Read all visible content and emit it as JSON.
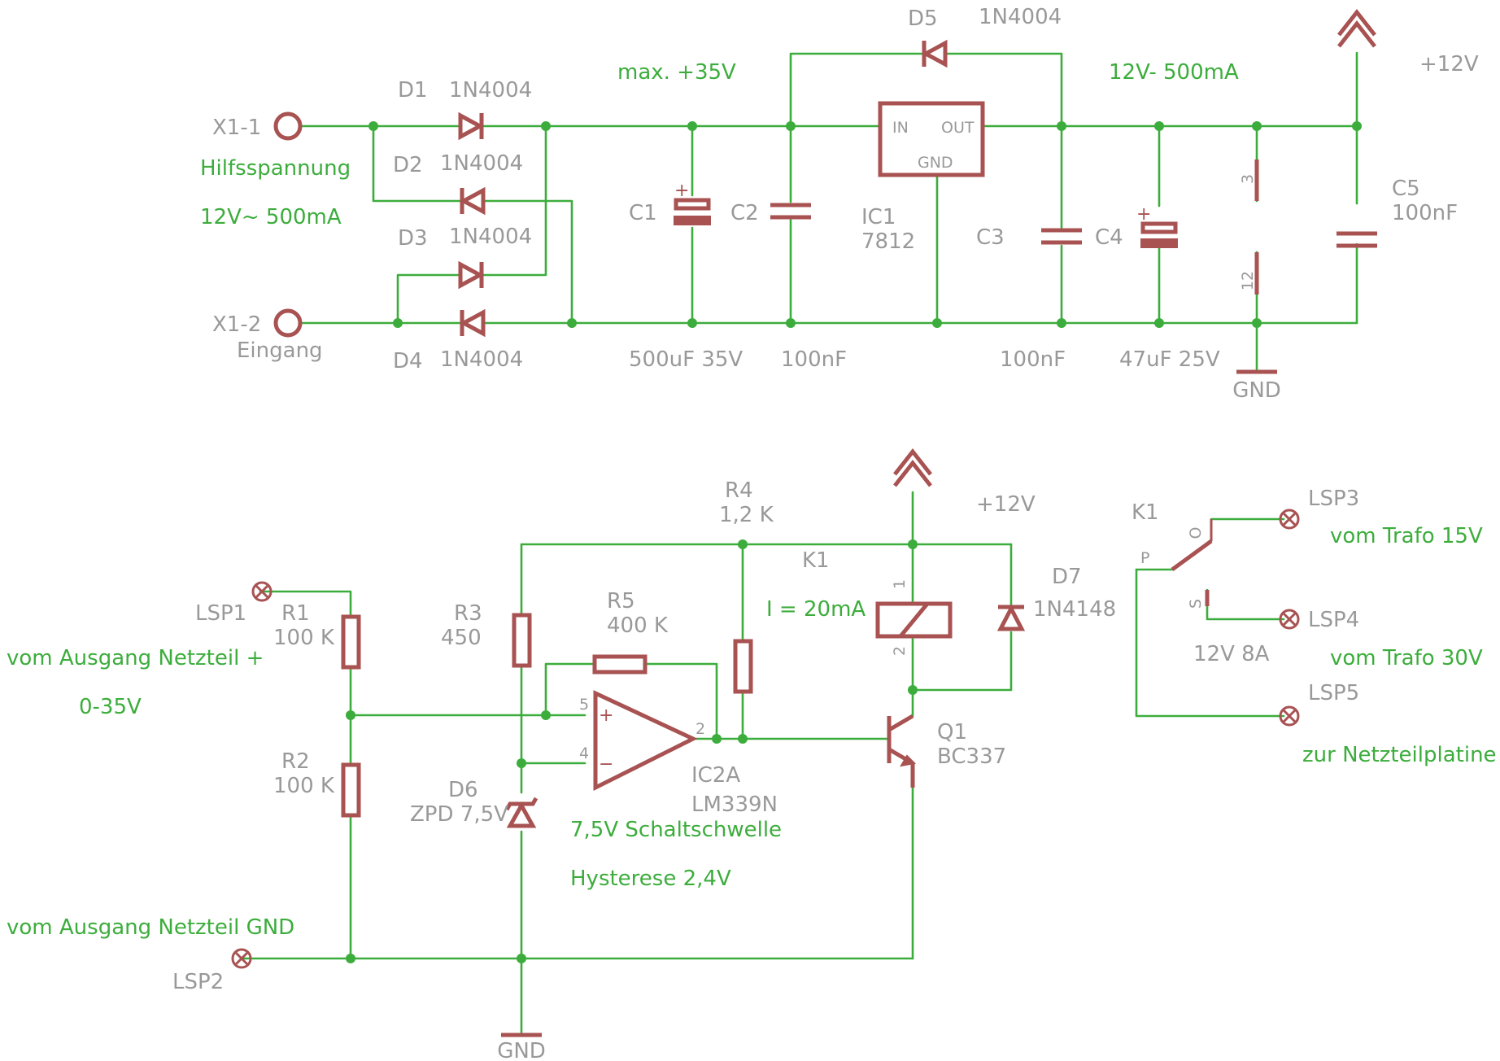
{
  "power_supply": {
    "x1_1": "X1-1",
    "x1_2": "X1-2",
    "eingang": "Eingang",
    "aux_note": "Hilfsspannung",
    "aux_spec": "12V~ 500mA",
    "max_note": "max. +35V",
    "out_note": "12V- 500mA",
    "supply_label": "+12V",
    "gnd": "GND",
    "d1": {
      "name": "D1",
      "value": "1N4004"
    },
    "d2": {
      "name": "D2",
      "value": "1N4004"
    },
    "d3": {
      "name": "D3",
      "value": "1N4004"
    },
    "d4": {
      "name": "D4",
      "value": "1N4004"
    },
    "d5": {
      "name": "D5",
      "value": "1N4004"
    },
    "c1": {
      "name": "C1",
      "value": "500uF 35V"
    },
    "c2": {
      "name": "C2",
      "value": "100nF"
    },
    "c3": {
      "name": "C3",
      "value": "100nF"
    },
    "c4": {
      "name": "C4",
      "value": "47uF 25V"
    },
    "c5": {
      "name": "C5",
      "value": "100nF"
    },
    "ic1": {
      "name": "IC1",
      "value": "7812",
      "pin_in": "IN",
      "pin_out": "OUT",
      "pin_gnd": "GND"
    },
    "rail_pin_3": "3",
    "rail_pin_12": "12"
  },
  "switch_circuit": {
    "lsp1": "LSP1",
    "lsp2": "LSP2",
    "from_out_plus": "vom Ausgang Netzteil +",
    "range": "0-35V",
    "from_out_gnd": "vom Ausgang Netzteil GND",
    "r1": {
      "name": "R1",
      "value": "100 K"
    },
    "r2": {
      "name": "R2",
      "value": "100 K"
    },
    "r3": {
      "name": "R3",
      "value": "450"
    },
    "r4": {
      "name": "R4",
      "value": "1,2 K"
    },
    "r5": {
      "name": "R5",
      "value": "400 K"
    },
    "d6": {
      "name": "D6",
      "value": "ZPD 7,5V"
    },
    "d7": {
      "name": "D7",
      "value": "1N4148"
    },
    "ic2a": {
      "name": "IC2A",
      "value": "LM339N",
      "pin5": "5",
      "pin4": "4",
      "pin2": "2",
      "plus": "+",
      "minus": "−"
    },
    "threshold": "7,5V Schaltschwelle",
    "hysteresis": "Hysterese 2,4V",
    "supply_label": "+12V",
    "gnd": "GND",
    "k1_coil": {
      "name": "K1",
      "pin1": "1",
      "pin2": "2"
    },
    "current_note": "I = 20mA",
    "q1": {
      "name": "Q1",
      "value": "BC337"
    }
  },
  "relay_contacts": {
    "name": "K1",
    "pin_o": "O",
    "pin_p": "P",
    "pin_s": "S",
    "rating": "12V 8A",
    "lsp3": "LSP3",
    "lsp4": "LSP4",
    "lsp5": "LSP5",
    "lsp3_note": "vom Trafo 15V",
    "lsp4_note": "vom Trafo 30V",
    "lsp5_note": "zur Netzteilplatine"
  }
}
